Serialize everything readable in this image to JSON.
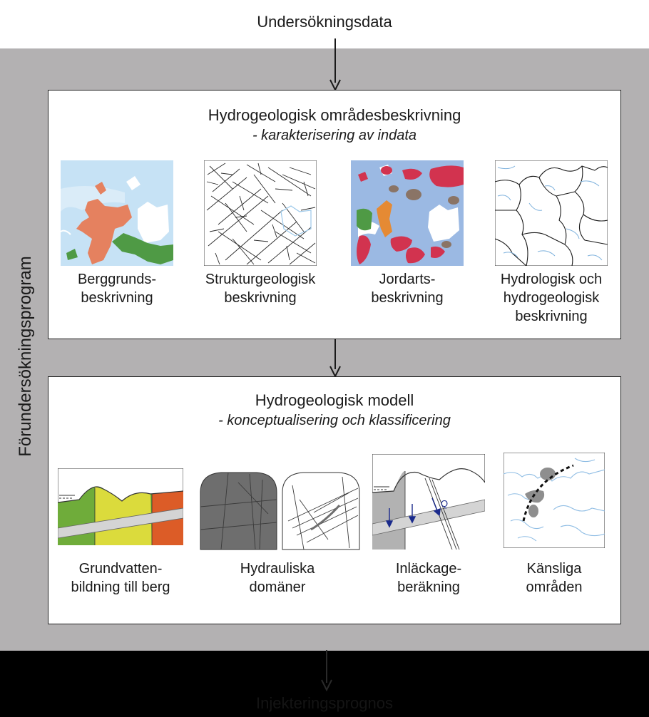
{
  "input_label": "Undersökningsdata",
  "side_label": "Förundersökningsprogram",
  "output_label": "Injekteringsprognos",
  "colors": {
    "gray_band": "#b3b1b2",
    "water": "#c6e2f5",
    "rock_orange": "#e5815f",
    "rock_green": "#4f9a45",
    "soil_blue": "#9bb9e3",
    "soil_red": "#d2334f",
    "soil_orange": "#e58a34",
    "soil_brown": "#8a7466",
    "recharge_green": "#6fac3a",
    "recharge_yellow": "#dbdb3c",
    "recharge_red": "#dc5c27",
    "domain_dark": "#6e6e6e",
    "flow_blue": "#1a2a8c"
  },
  "panel_top": {
    "title": "Hydrogeologisk områdesbeskrivning",
    "subtitle": "- karakterisering av indata",
    "items": [
      {
        "icon": "bedrock-map-icon",
        "lines": [
          "Berggrunds-",
          "beskrivning"
        ]
      },
      {
        "icon": "structure-map-icon",
        "lines": [
          "Strukturgeologisk",
          "beskrivning"
        ]
      },
      {
        "icon": "soil-map-icon",
        "lines": [
          "Jordarts-",
          "beskrivning"
        ]
      },
      {
        "icon": "hydrology-map-icon",
        "lines": [
          "Hydrologisk och",
          "hydrogeologisk",
          "beskrivning"
        ]
      }
    ]
  },
  "panel_bottom": {
    "title": "Hydrogeologisk modell",
    "subtitle": "- konceptualisering och klassificering",
    "items": [
      {
        "icon": "recharge-section-icon",
        "lines": [
          "Grundvatten-",
          "bildning till berg"
        ]
      },
      {
        "icon": "hydraulic-domains-icon",
        "lines": [
          "Hydrauliska",
          "domäner"
        ]
      },
      {
        "icon": "inflow-section-icon",
        "lines": [
          "Inläckage-",
          "beräkning"
        ],
        "flow_label": "Q"
      },
      {
        "icon": "sensitive-areas-icon",
        "lines": [
          "Känsliga",
          "områden"
        ]
      }
    ]
  }
}
